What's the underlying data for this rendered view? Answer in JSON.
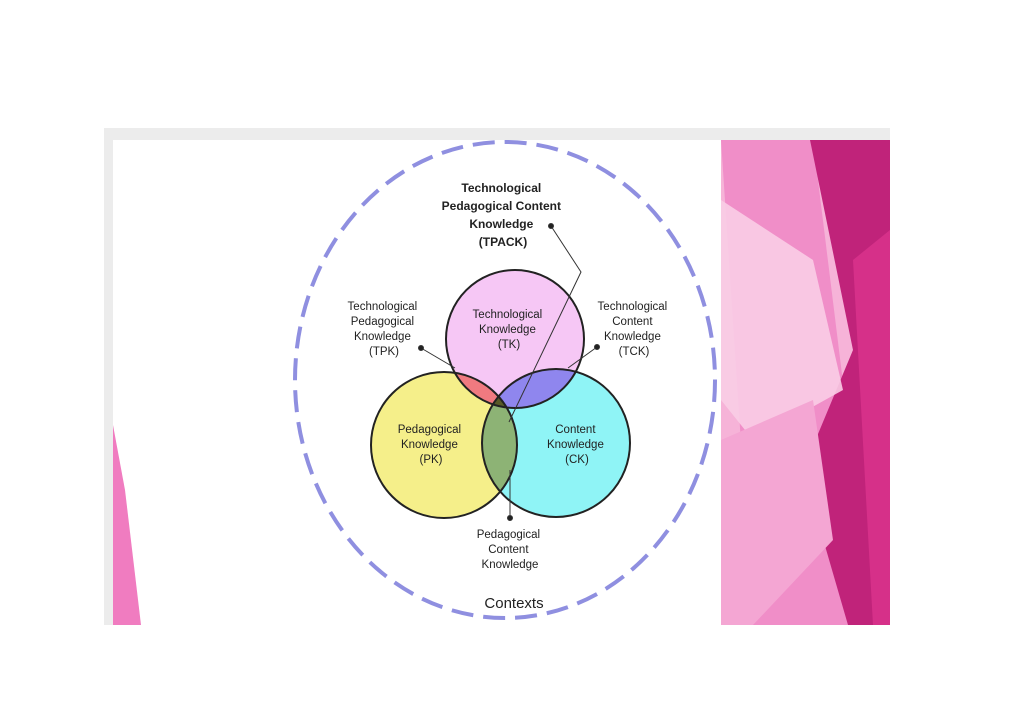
{
  "diagram": {
    "tpack": [
      "Technological",
      "Pedagogical Content",
      "Knowledge",
      "(TPACK)"
    ],
    "tpk": [
      "Technological",
      "Pedagogical",
      "Knowledge",
      "(TPK)"
    ],
    "tk": [
      "Technological",
      "Knowledge",
      "(TK)"
    ],
    "tck": [
      "Technological",
      "Content",
      "Knowledge",
      "(TCK)"
    ],
    "pk": [
      "Pedagogical",
      "Knowledge",
      "(PK)"
    ],
    "ck": [
      "Content",
      "Knowledge",
      "(CK)"
    ],
    "pck": [
      "Pedagogical",
      "Content",
      "Knowledge"
    ],
    "contexts": "Contexts"
  },
  "colors": {
    "tk_fill": "#f6c7f5",
    "pk_fill": "#f5ef8a",
    "ck_fill": "#8ff4f6",
    "tpk_fill": "#f07a80",
    "tck_fill": "#8f86ee",
    "pck_fill": "#8db375",
    "tpack_fill": "#585a28",
    "contexts_ring": "#8f8fe0",
    "slide_accent_dark": "#c0237a",
    "slide_accent_light": "#f29ad0"
  }
}
